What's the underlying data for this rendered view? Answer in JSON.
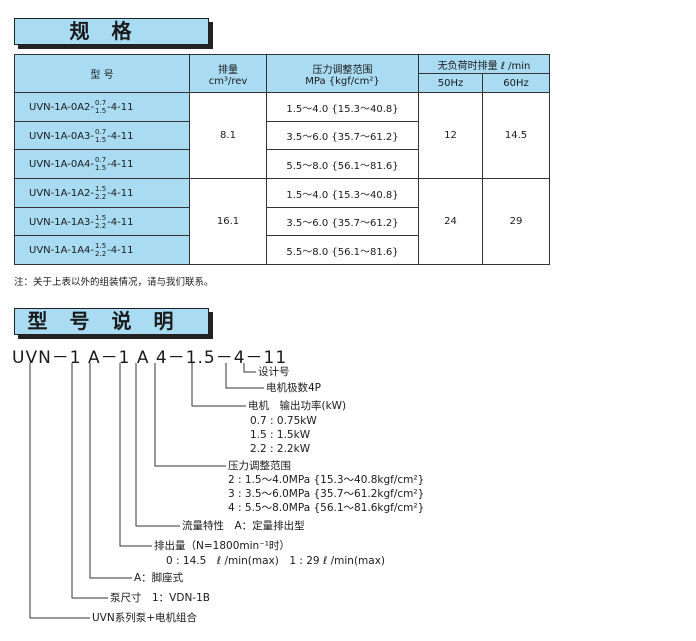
{
  "spec_section": {
    "title": "规格"
  },
  "spec_table": {
    "col_model": "型 号",
    "col_disp": "排量",
    "col_disp_unit": "cm³/rev",
    "col_pressure": "压力调整范围",
    "col_pressure_unit": "MPa {kgf/cm²}",
    "col_flow": "无负荷时排量  ℓ /min",
    "col_50hz": "50Hz",
    "col_60hz": "60Hz",
    "group1": {
      "disp": "8.1",
      "flow50": "12",
      "flow60": "14.5"
    },
    "group2": {
      "disp": "16.1",
      "flow50": "24",
      "flow60": "29"
    },
    "rows": [
      {
        "pre": "UVN-1A-0A2-",
        "sup_top": "0.7",
        "sup_bot": "1.5",
        "post": "-4-11",
        "pressure": "1.5～4.0 {15.3～40.8}"
      },
      {
        "pre": "UVN-1A-0A3-",
        "sup_top": "0.7",
        "sup_bot": "1.5",
        "post": "-4-11",
        "pressure": "3.5～6.0 {35.7～61.2}"
      },
      {
        "pre": "UVN-1A-0A4-",
        "sup_top": "0.7",
        "sup_bot": "1.5",
        "post": "-4-11",
        "pressure": "5.5～8.0 {56.1～81.6}"
      },
      {
        "pre": "UVN-1A-1A2-",
        "sup_top": "1.5",
        "sup_bot": "2.2",
        "post": "-4-11",
        "pressure": "1.5～4.0 {15.3～40.8}"
      },
      {
        "pre": "UVN-1A-1A3-",
        "sup_top": "1.5",
        "sup_bot": "2.2",
        "post": "-4-11",
        "pressure": "3.5～6.0 {35.7～61.2}"
      },
      {
        "pre": "UVN-1A-1A4-",
        "sup_top": "1.5",
        "sup_bot": "2.2",
        "post": "-4-11",
        "pressure": "5.5～8.0 {56.1～81.6}"
      }
    ]
  },
  "note": "注：关于上表以外的组装情况，请与我们联系。",
  "model_section": {
    "title": "型号说明"
  },
  "model_code": "UVN－1 A－1 A 4－1.5－4－11",
  "labels": {
    "design": "设计号",
    "poles": "电机极数4P",
    "motor_title": "电机　输出功率(kW)",
    "motor_1": "0.7 : 0.75kW",
    "motor_2": "1.5 : 1.5kW",
    "motor_3": "2.2 : 2.2kW",
    "pressure_title": "压力调整范围",
    "pressure_1": "2 : 1.5～4.0MPa {15.3～40.8kgf/cm²}",
    "pressure_2": "3 : 3.5～6.0MPa {35.7～61.2kgf/cm²}",
    "pressure_3": "4 : 5.5～8.0MPa {56.1～81.6kgf/cm²}",
    "flow_char": "流量特性　A：定量排出型",
    "disp_title": "排出量（N=1800min⁻¹时）",
    "disp_values": "0 : 14.5　ℓ /min(max)　1 : 29 ℓ /min(max)",
    "mount": "A：脚座式",
    "pump_size": "泵尺寸　1：VDN-1B",
    "series": "UVN系列泵+电机组合"
  }
}
